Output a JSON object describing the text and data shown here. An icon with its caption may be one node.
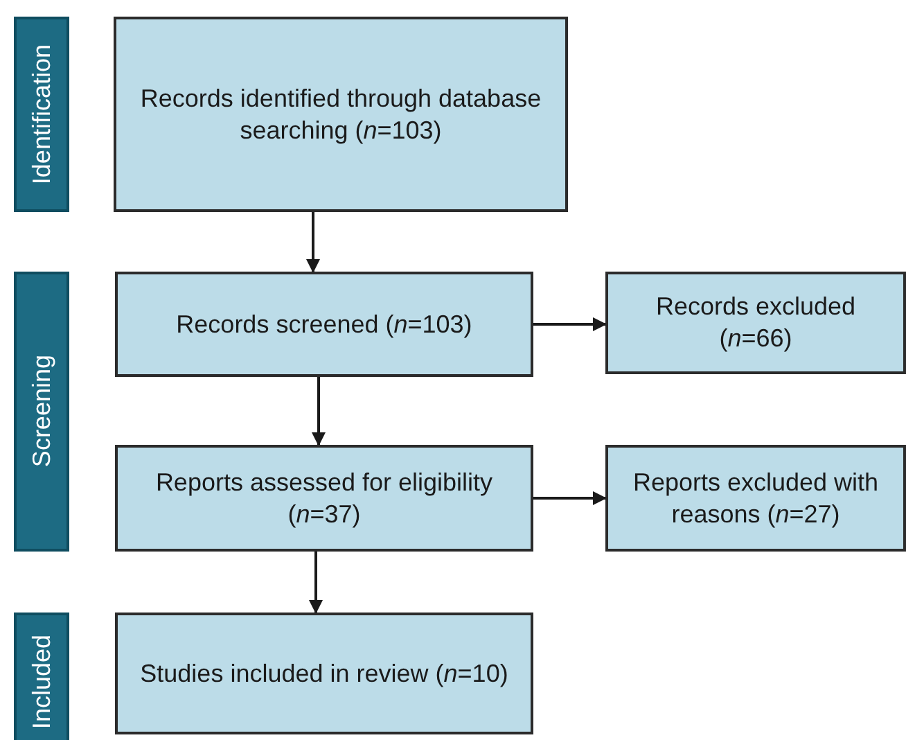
{
  "diagram": {
    "nodes": [
      {
        "text": [
          "Identification"
        ]
      },
      {
        "text": [
          "Records identified through database searching (*n*=103)"
        ]
      },
      {
        "text": [
          "Screening"
        ]
      },
      {
        "text": [
          "Records screened (*n*=103)"
        ]
      },
      {
        "text": [
          "Records excluded (*n*=66)"
        ]
      },
      {
        "text": [
          "Reports assessed for eligibility (*n*=37)"
        ]
      },
      {
        "text": [
          "Reports excluded with reasons (*n*=27)"
        ]
      },
      {
        "text": [
          "Included"
        ]
      },
      {
        "text": [
          "Studies included in review (*n*=10)"
        ]
      }
    ],
    "edges": [
      {
        "from": 1,
        "to": 3,
        "arrow": "to"
      },
      {
        "from": 3,
        "to": 4,
        "arrow": "to"
      },
      {
        "from": 3,
        "to": 5,
        "arrow": "to"
      },
      {
        "from": 5,
        "to": 6,
        "arrow": "to"
      },
      {
        "from": 5,
        "to": 8,
        "arrow": "to"
      }
    ]
  }
}
